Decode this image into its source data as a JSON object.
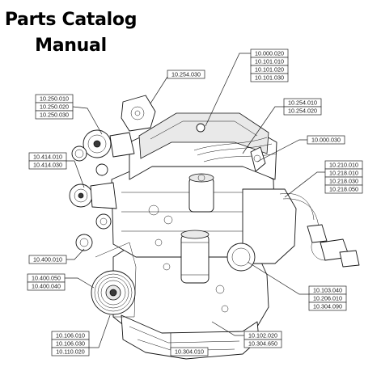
{
  "title": {
    "line1": "Parts Catalog",
    "line2": "Manual"
  },
  "callouts": [
    {
      "id": "c1",
      "codes": [
        "10.254.030"
      ]
    },
    {
      "id": "c2",
      "codes": [
        "10.000.020",
        "10.101.010",
        "10.101.020",
        "10.101.030"
      ]
    },
    {
      "id": "c3",
      "codes": [
        "10.250.010",
        "10.250.020",
        "10.250.030"
      ]
    },
    {
      "id": "c4",
      "codes": [
        "10.254.010",
        "10.254.020"
      ]
    },
    {
      "id": "c5",
      "codes": [
        "10.000.030"
      ]
    },
    {
      "id": "c6",
      "codes": [
        "10.414.010",
        "10.414.030"
      ]
    },
    {
      "id": "c7",
      "codes": [
        "10.210.010",
        "10.218.010",
        "10.218.030",
        "10.218.050"
      ]
    },
    {
      "id": "c8",
      "codes": [
        "10.400.010"
      ]
    },
    {
      "id": "c9",
      "codes": [
        "10.400.050",
        "10.400.040"
      ]
    },
    {
      "id": "c10",
      "codes": [
        "10.103.040",
        "10.206.010",
        "10.304.090"
      ]
    },
    {
      "id": "c11",
      "codes": [
        "10.102.020",
        "10.304.650"
      ]
    },
    {
      "id": "c12",
      "codes": [
        "10.106.010",
        "10.106.030",
        "10.110.020"
      ]
    },
    {
      "id": "c13",
      "codes": [
        "10.304.010"
      ]
    }
  ]
}
